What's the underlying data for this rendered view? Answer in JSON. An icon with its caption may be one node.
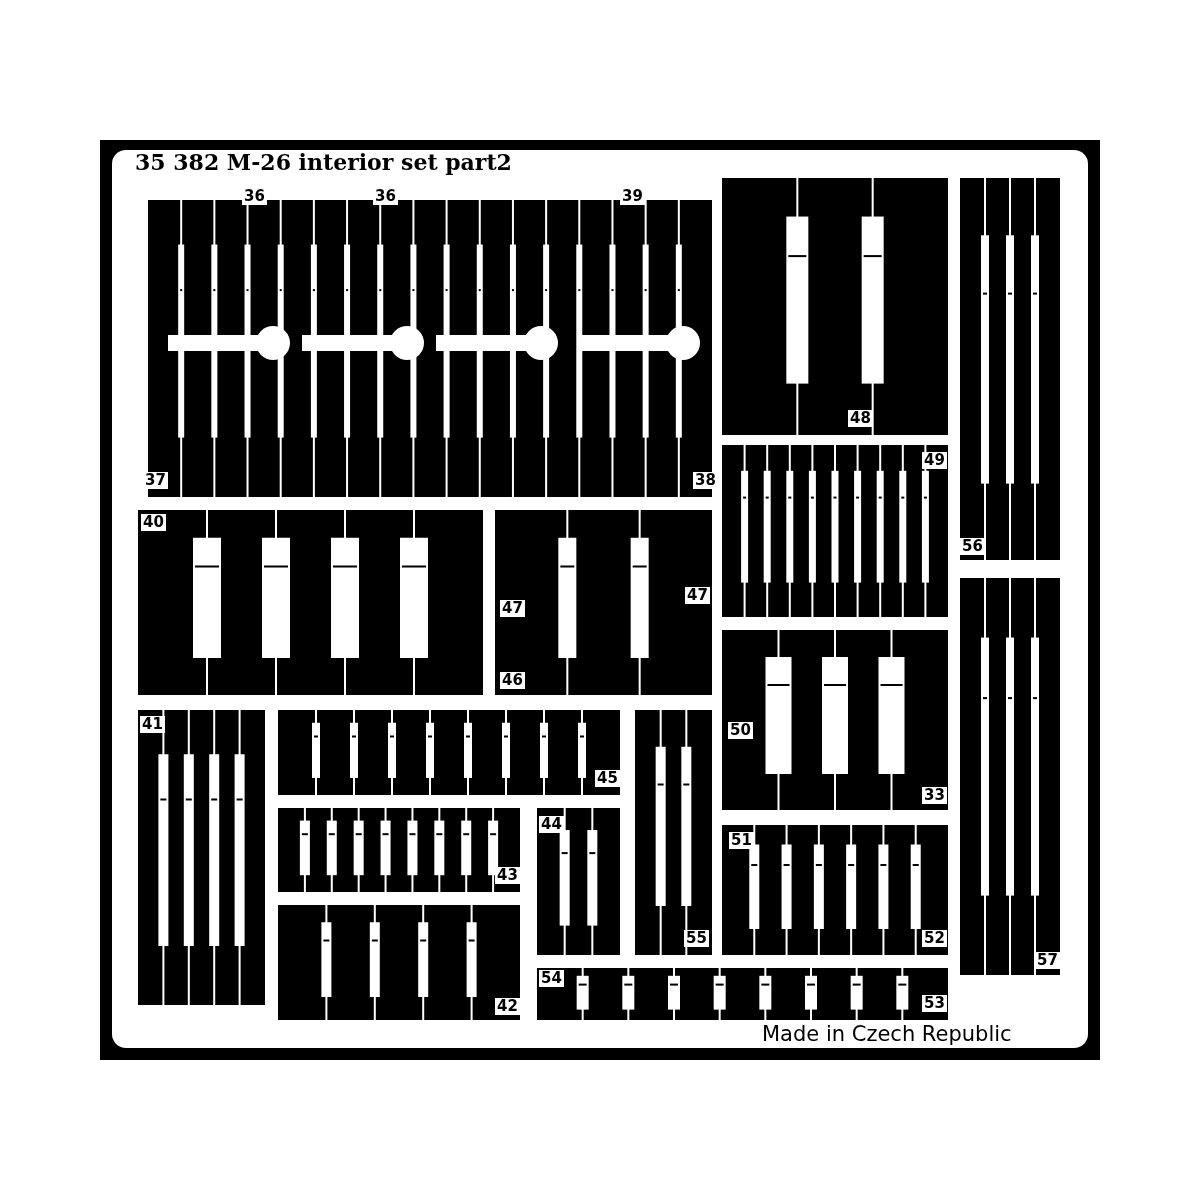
{
  "diagram": {
    "title": "35 382 M-26 interior set part2",
    "labels": [
      "36",
      "36",
      "39",
      "48",
      "37",
      "38",
      "49",
      "56",
      "40",
      "47",
      "47",
      "46",
      "41",
      "50",
      "45",
      "33",
      "44",
      "51",
      "43",
      "55",
      "52",
      "57",
      "54",
      "42",
      "53",
      "Made in Czech Republic"
    ]
  }
}
